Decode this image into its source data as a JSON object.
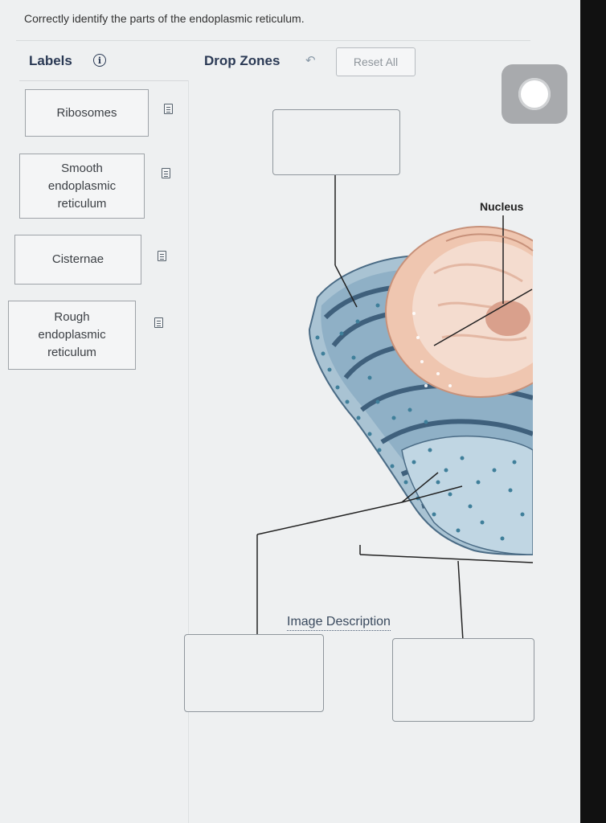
{
  "question": {
    "prompt": "Correctly identify the parts of the endoplasmic reticulum."
  },
  "labels_panel": {
    "title": "Labels",
    "info_icon": "info-icon",
    "items": [
      {
        "text": "Ribosomes"
      },
      {
        "text": "Smooth endoplasmic reticulum"
      },
      {
        "text": "Cisternae"
      },
      {
        "text": "Rough endoplasmic reticulum"
      }
    ]
  },
  "drop_zones_panel": {
    "title": "Drop Zones",
    "undo_icon": "undo-icon",
    "reset_label": "Reset All"
  },
  "diagram": {
    "nucleus_label": "Nucleus",
    "image_description_link": "Image Description"
  },
  "colors": {
    "background": "#eef0f1",
    "heading": "#2b3a55",
    "er_blue": "#6f8fa8",
    "nucleus": "#f0c7b3"
  }
}
